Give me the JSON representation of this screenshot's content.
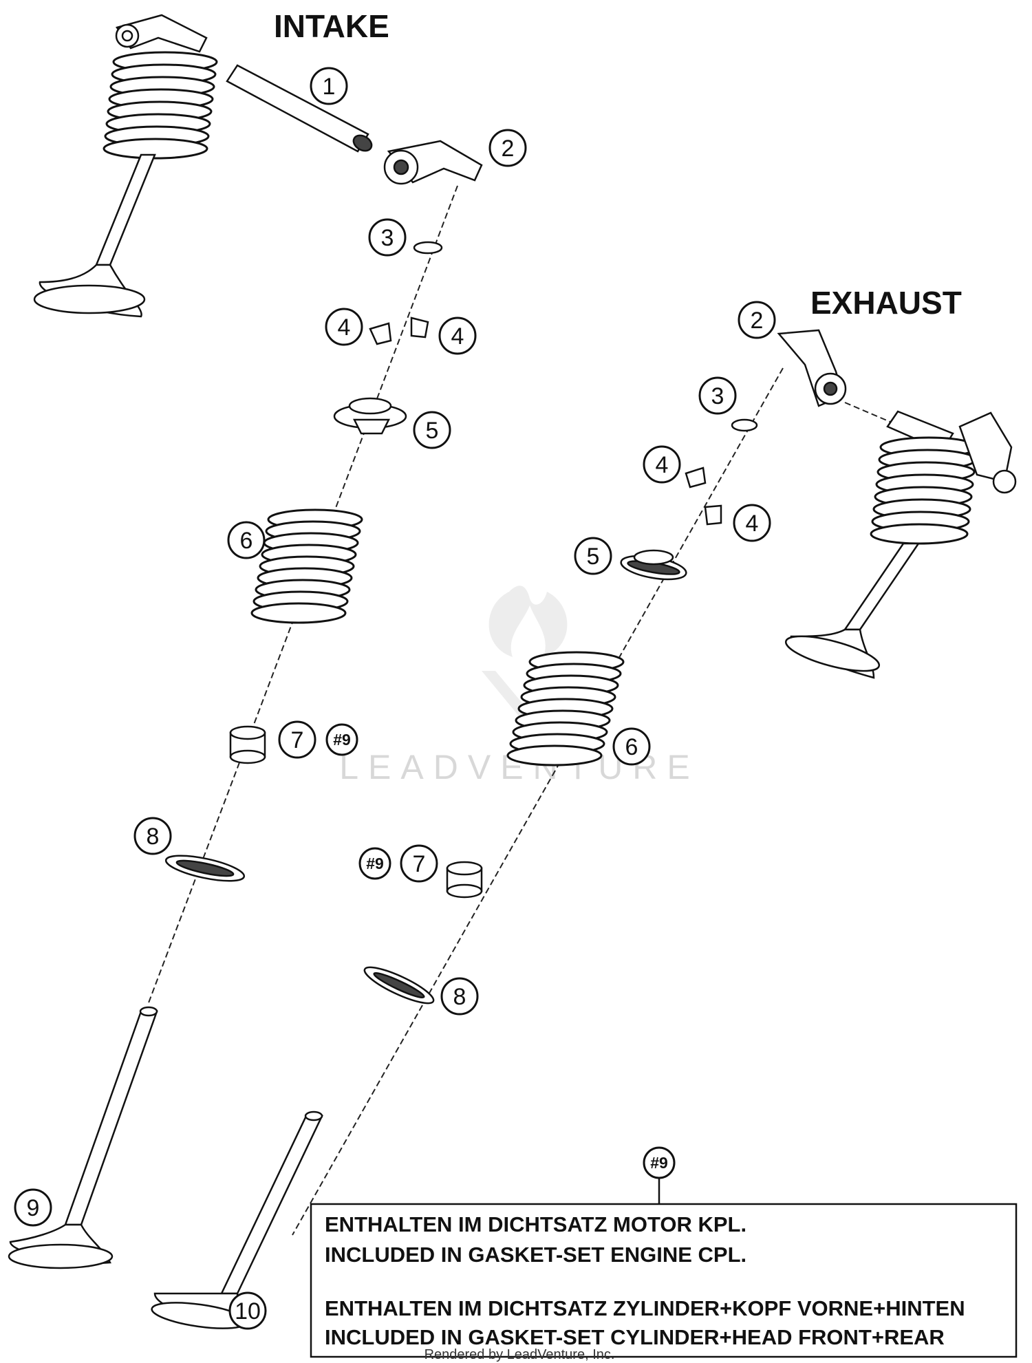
{
  "titles": {
    "intake": "INTAKE",
    "exhaust": "EXHAUST"
  },
  "callouts": {
    "c1": "1",
    "c2": "2",
    "c3": "3",
    "c4": "4",
    "c5": "5",
    "c6": "6",
    "c7": "7",
    "c8": "8",
    "c9": "9",
    "c10": "10",
    "ref": "#9"
  },
  "note": {
    "ref": "#9",
    "line1": "ENTHALTEN IM DICHTSATZ MOTOR KPL.",
    "line2": "INCLUDED IN GASKET-SET ENGINE CPL.",
    "line3": "ENTHALTEN IM DICHTSATZ ZYLINDER+KOPF VORNE+HINTEN",
    "line4": "INCLUDED IN GASKET-SET CYLINDER+HEAD FRONT+REAR"
  },
  "watermark": "LEADVENTURE",
  "footer": "Rendered by LeadVenture, Inc."
}
